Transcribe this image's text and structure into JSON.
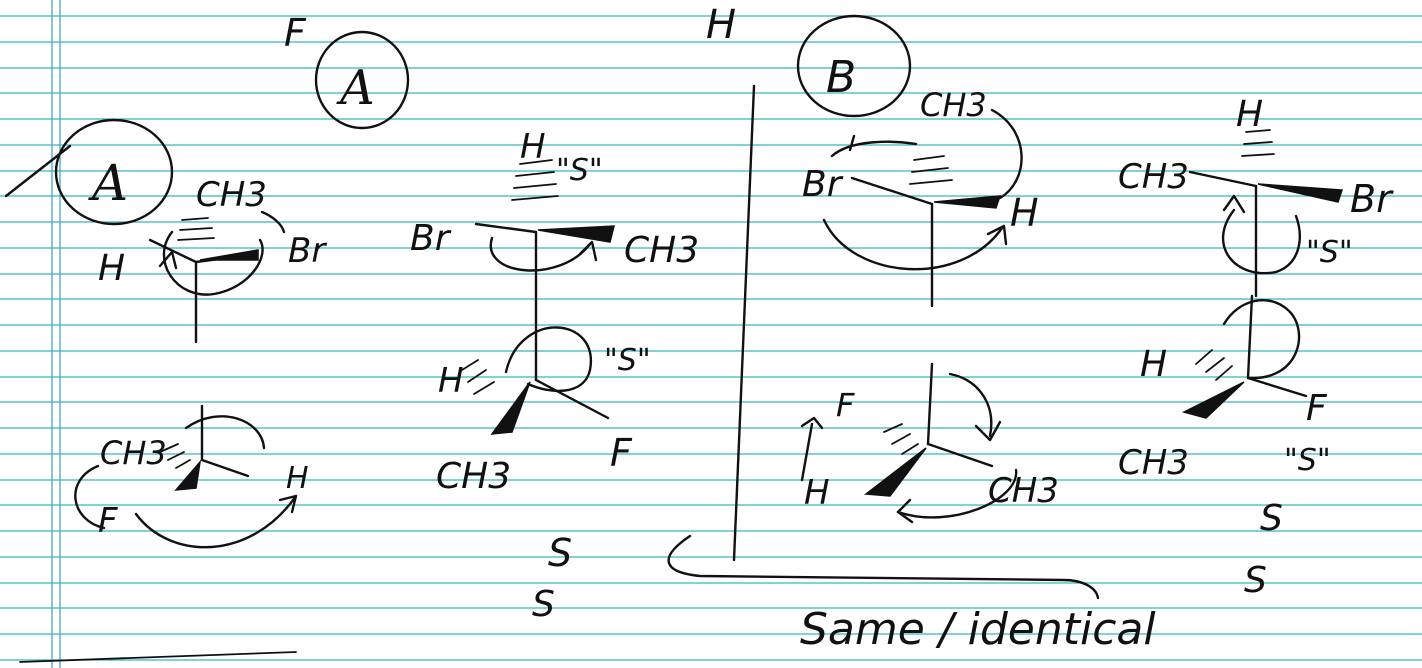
{
  "page": {
    "lines": {
      "color": "#39b3bd",
      "margin_color": "#4aa7c2"
    },
    "ink_color": "#111111"
  },
  "header": {
    "label_F": "F",
    "label_A_circled": "A",
    "label_H": "H",
    "label_B_circled": "B"
  },
  "panel_A": {
    "tag": "A",
    "newman1": {
      "top": "CH3",
      "left": "H",
      "right": "Br"
    },
    "newman2": {
      "left": "CH3",
      "front": "F",
      "right": "H"
    },
    "sawhorse": {
      "top_sub": "H",
      "left_sub": "Br",
      "right_sub": "CH3",
      "config_top": "\"S\"",
      "bottom_left": "H",
      "bottom_down": "CH3",
      "bottom_right": "F",
      "config_bottom": "\"S\""
    },
    "answer1": "S",
    "answer2": "S"
  },
  "panel_B": {
    "tag": "B",
    "newman1": {
      "top": "CH3",
      "left": "Br",
      "right": "H"
    },
    "newman2": {
      "top": "F",
      "left": "H",
      "right": "CH3"
    },
    "sawhorse": {
      "top_sub": "H",
      "left_sub": "CH3",
      "right_sub": "Br",
      "config_top": "\"S\"",
      "bottom_left": "H",
      "bottom_down": "CH3",
      "bottom_right": "F",
      "config_bottom": "\"S\""
    },
    "answer1": "S",
    "answer2": "S"
  },
  "conclusion": "Same / identical"
}
